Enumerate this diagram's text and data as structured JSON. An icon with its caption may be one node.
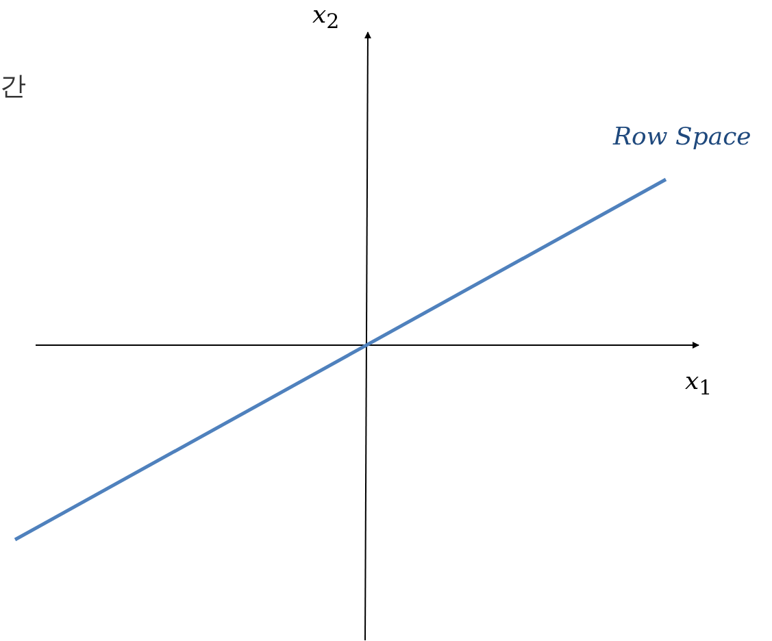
{
  "diagram": {
    "labels": [
      "간",
      "*x*$_{2}$",
      "*Row Space*",
      "*x*$_{1}$"
    ]
  }
}
